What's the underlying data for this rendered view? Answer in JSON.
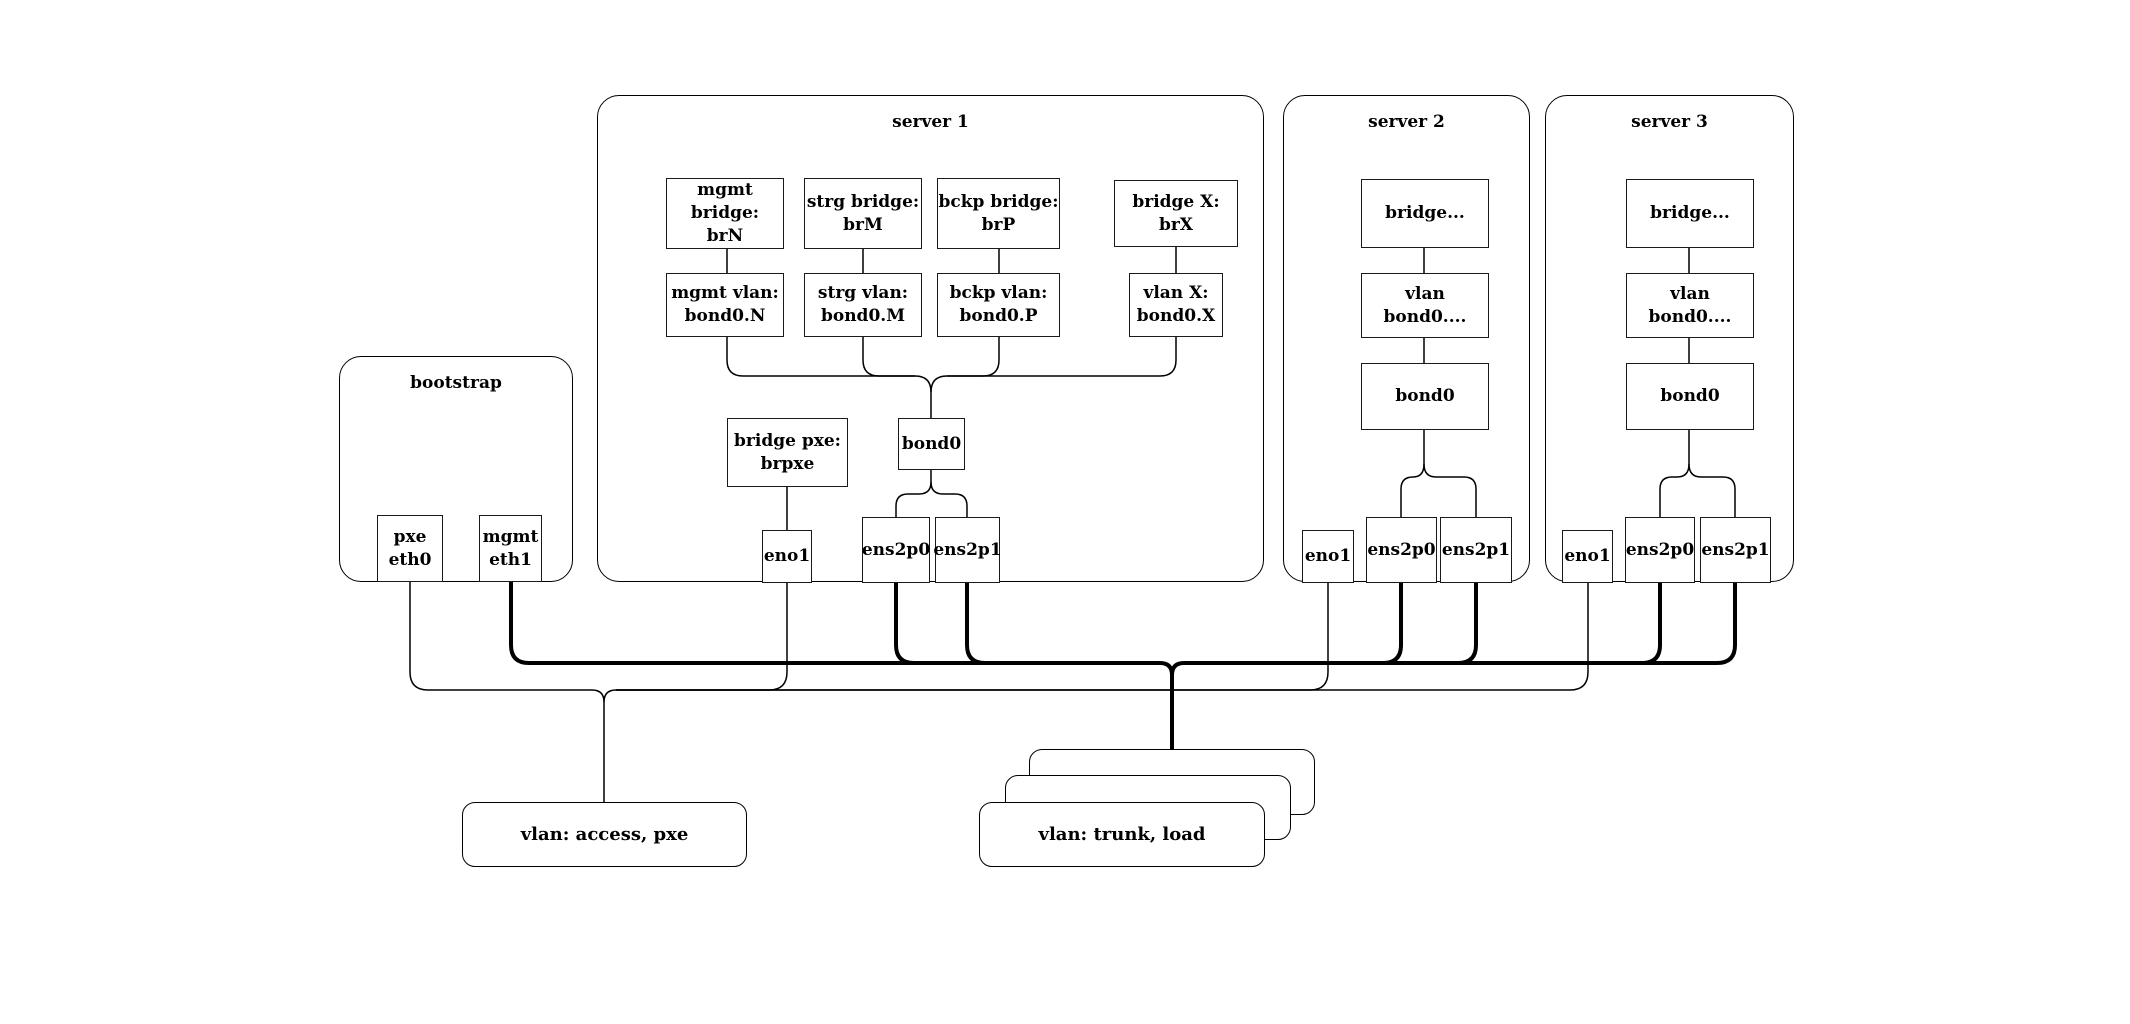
{
  "diagram": {
    "kind": "network-topology",
    "colors": {
      "background": "#ffffff",
      "line": "#000000",
      "node_fill": "#ffffff"
    },
    "bootstrap": {
      "title": "bootstrap",
      "pxe_eth0": "pxe\neth0",
      "mgmt_eth1": "mgmt\neth1"
    },
    "server1": {
      "title": "server 1",
      "mgmt_bridge": "mgmt bridge:\nbrN",
      "strg_bridge": "strg bridge:\nbrM",
      "bckp_bridge": "bckp bridge:\nbrP",
      "bridge_x": "bridge X: brX",
      "mgmt_vlan": "mgmt vlan:\nbond0.N",
      "strg_vlan": "strg vlan:\nbond0.M",
      "bckp_vlan": "bckp vlan:\nbond0.P",
      "vlan_x": "vlan X:\nbond0.X",
      "bridge_pxe": "bridge pxe:\nbrpxe",
      "bond0": "bond0",
      "eno1": "eno1",
      "ens2p0": "ens2p0",
      "ens2p1": "ens2p1"
    },
    "server2": {
      "title": "server 2",
      "bridge": "bridge...",
      "vlan": "vlan\nbond0....",
      "bond0": "bond0",
      "eno1": "eno1",
      "ens2p0": "ens2p0",
      "ens2p1": "ens2p1"
    },
    "server3": {
      "title": "server 3",
      "bridge": "bridge...",
      "vlan": "vlan\nbond0....",
      "bond0": "bond0",
      "eno1": "eno1",
      "ens2p0": "ens2p0",
      "ens2p1": "ens2p1"
    },
    "networks": {
      "access": "vlan: access, pxe",
      "trunk": "vlan: trunk, load"
    }
  }
}
